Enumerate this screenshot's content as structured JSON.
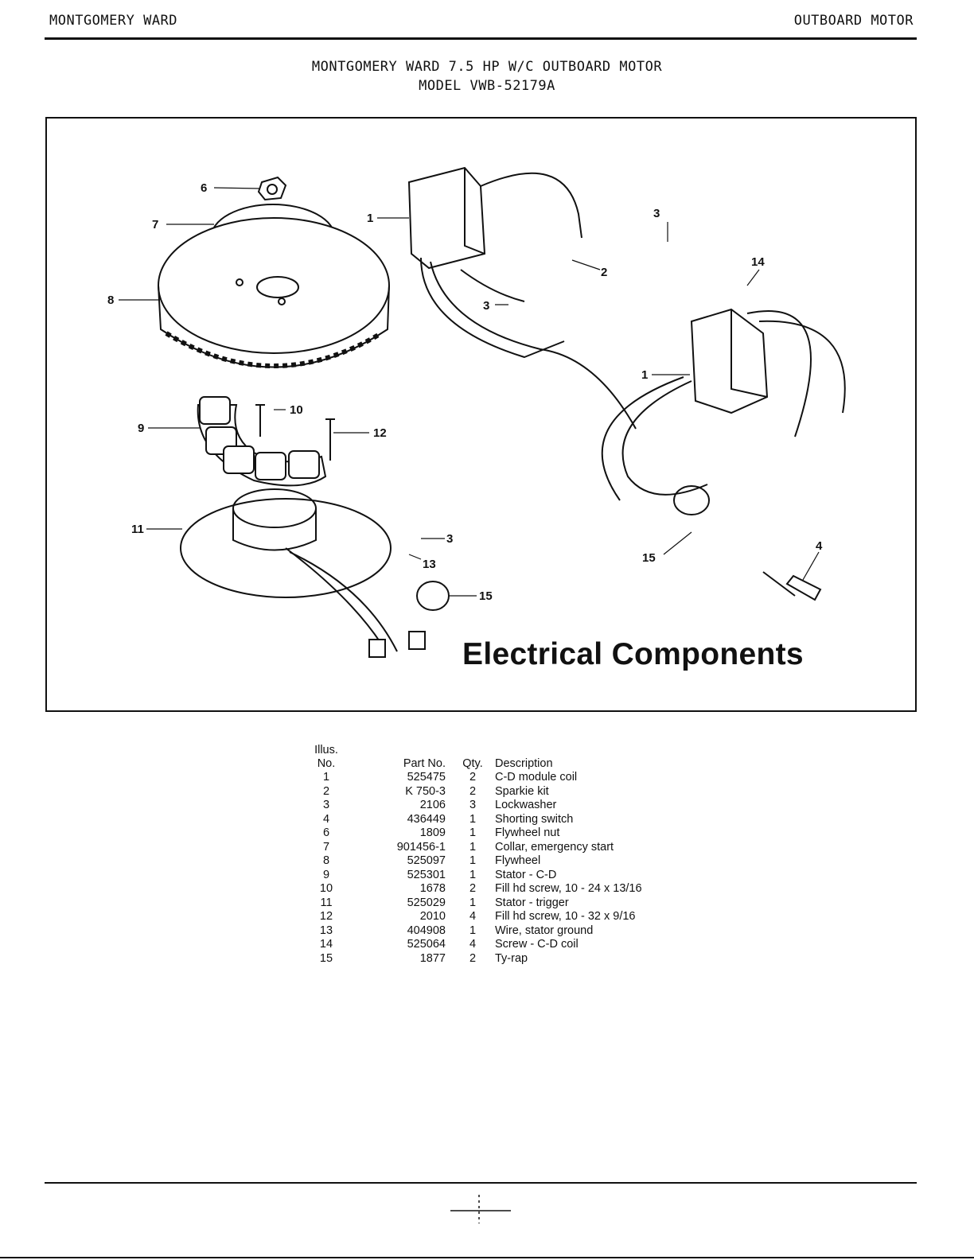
{
  "header": {
    "left": "MONTGOMERY WARD",
    "right": "OUTBOARD MOTOR"
  },
  "title": {
    "line1": "MONTGOMERY WARD 7.5 HP W/C OUTBOARD MOTOR",
    "line2": "MODEL VWB-52179A"
  },
  "diagram": {
    "caption": "Electrical Components",
    "callouts": {
      "c6": "6",
      "c7": "7",
      "c8": "8",
      "c9": "9",
      "c10": "10",
      "c11": "11",
      "c12": "12",
      "c1a": "1",
      "c2": "2",
      "c3a": "3",
      "c3b": "3",
      "c14": "14",
      "c1b": "1",
      "c3c": "3",
      "c13": "13",
      "c15a": "15",
      "c15b": "15",
      "c4": "4"
    }
  },
  "table": {
    "headers": {
      "illus_line1": "Illus.",
      "illus_line2": "No.",
      "part": "Part No.",
      "qty": "Qty.",
      "desc": "Description"
    },
    "rows": [
      {
        "no": "1",
        "part": "525475",
        "qty": "2",
        "desc": "C-D module coil"
      },
      {
        "no": "2",
        "part": "K 750-3",
        "qty": "2",
        "desc": "Sparkie kit"
      },
      {
        "no": "3",
        "part": "2106",
        "qty": "3",
        "desc": "Lockwasher"
      },
      {
        "no": "4",
        "part": "436449",
        "qty": "1",
        "desc": "Shorting switch"
      },
      {
        "no": "6",
        "part": "1809",
        "qty": "1",
        "desc": "Flywheel nut"
      },
      {
        "no": "7",
        "part": "901456-1",
        "qty": "1",
        "desc": "Collar, emergency start"
      },
      {
        "no": "8",
        "part": "525097",
        "qty": "1",
        "desc": "Flywheel"
      },
      {
        "no": "9",
        "part": "525301",
        "qty": "1",
        "desc": "Stator - C-D"
      },
      {
        "no": "10",
        "part": "1678",
        "qty": "2",
        "desc": "Fill hd screw, 10 - 24 x 13/16"
      },
      {
        "no": "11",
        "part": "525029",
        "qty": "1",
        "desc": "Stator - trigger"
      },
      {
        "no": "12",
        "part": "2010",
        "qty": "4",
        "desc": "Fill hd screw, 10 - 32 x 9/16"
      },
      {
        "no": "13",
        "part": "404908",
        "qty": "1",
        "desc": "Wire, stator ground"
      },
      {
        "no": "14",
        "part": "525064",
        "qty": "4",
        "desc": "Screw - C-D coil"
      },
      {
        "no": "15",
        "part": "1877",
        "qty": "2",
        "desc": "Ty-rap"
      }
    ]
  }
}
